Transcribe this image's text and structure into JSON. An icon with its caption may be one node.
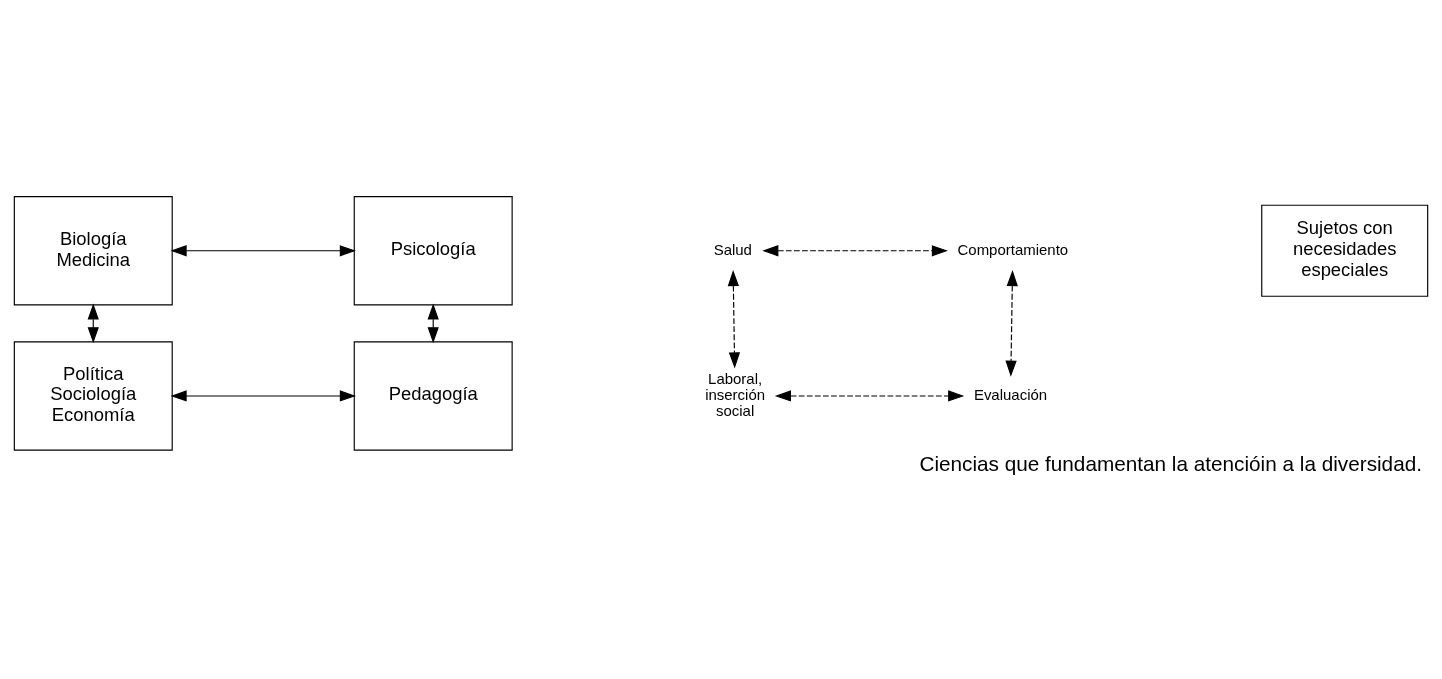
{
  "diagram": {
    "caption": "Ciencias que fundamentan la atencióin a la diversidad.",
    "nodes": [
      {
        "text": [
          "Biología",
          "Medicina"
        ]
      },
      {
        "text": [
          "Psicología"
        ]
      },
      {
        "text": [
          "Salud"
        ]
      },
      {
        "text": [
          "Comportamiento"
        ]
      },
      {
        "text": [
          "Sujetos con necesidades especiales"
        ]
      },
      {
        "text": [
          "Laboral, inserción social"
        ]
      },
      {
        "text": [
          "Evaluación"
        ]
      },
      {
        "text": [
          "Política",
          "Sociología",
          "Economía"
        ]
      },
      {
        "text": [
          "Pedagogía"
        ]
      }
    ],
    "edges": [
      {
        "from": 0,
        "to": 1,
        "arrow": "both"
      },
      {
        "from": 2,
        "to": 3,
        "arrow": "both",
        "style": "dashed"
      },
      {
        "from": 0,
        "to": 7,
        "arrow": "both"
      },
      {
        "from": 2,
        "to": 5,
        "arrow": "both",
        "style": "dashed"
      },
      {
        "from": 3,
        "to": 6,
        "arrow": "both",
        "style": "dashed"
      },
      {
        "from": 1,
        "to": 8,
        "arrow": "both"
      },
      {
        "from": 5,
        "to": 6,
        "arrow": "both",
        "style": "dashed"
      },
      {
        "from": 7,
        "to": 8,
        "arrow": "both"
      }
    ]
  }
}
